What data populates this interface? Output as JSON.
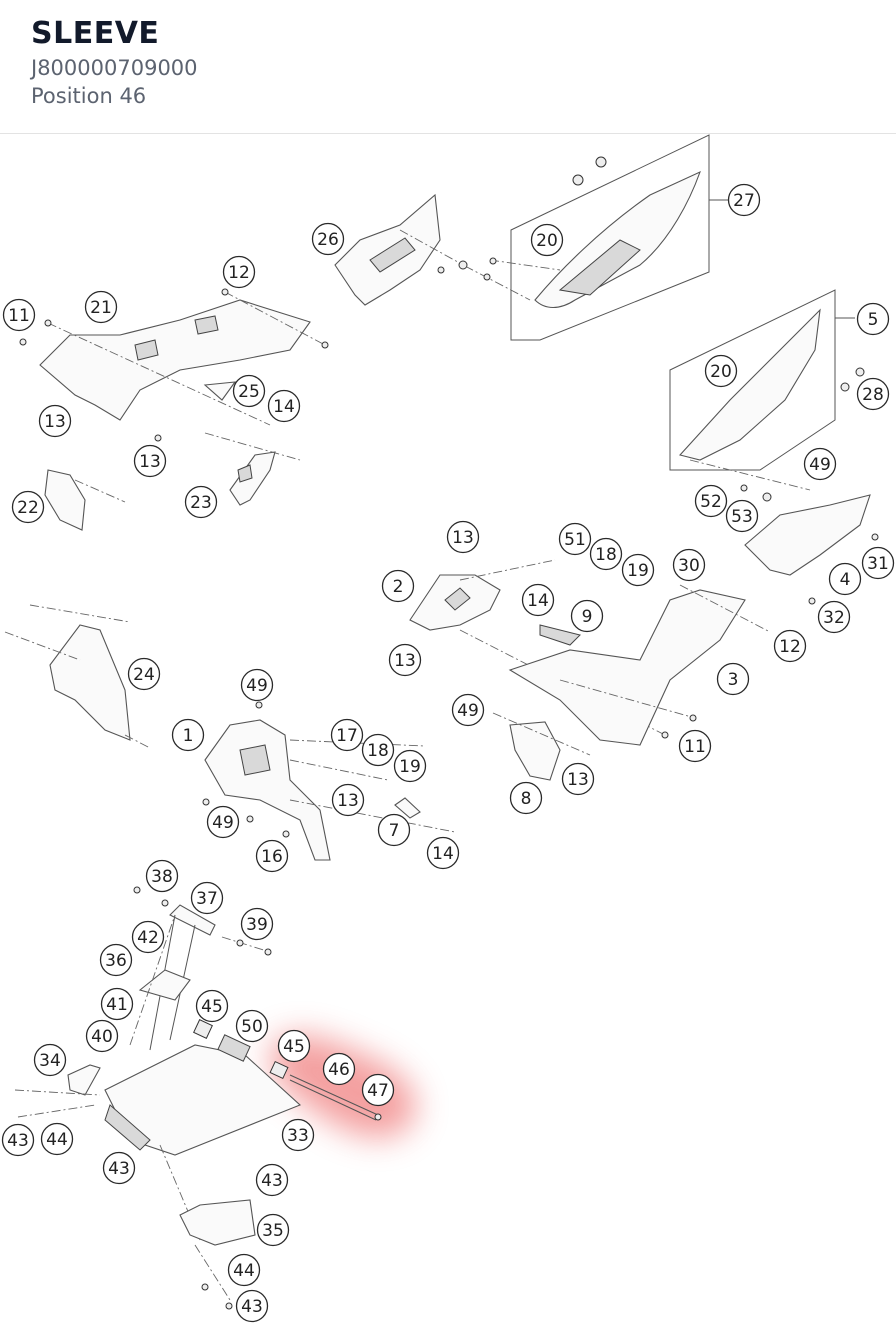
{
  "header": {
    "title": "SLEEVE",
    "part_number": "J800000709000",
    "position": "Position 46"
  },
  "diagram": {
    "highlight_color": "#f08080",
    "highlighted_callouts": [
      "45",
      "46",
      "47"
    ],
    "callouts": [
      {
        "label": "27"
      },
      {
        "label": "26"
      },
      {
        "label": "20"
      },
      {
        "label": "12"
      },
      {
        "label": "11"
      },
      {
        "label": "21"
      },
      {
        "label": "5"
      },
      {
        "label": "20"
      },
      {
        "label": "28"
      },
      {
        "label": "25"
      },
      {
        "label": "14"
      },
      {
        "label": "13"
      },
      {
        "label": "13"
      },
      {
        "label": "49"
      },
      {
        "label": "52"
      },
      {
        "label": "53"
      },
      {
        "label": "22"
      },
      {
        "label": "23"
      },
      {
        "label": "13"
      },
      {
        "label": "51"
      },
      {
        "label": "18"
      },
      {
        "label": "19"
      },
      {
        "label": "30"
      },
      {
        "label": "31"
      },
      {
        "label": "4"
      },
      {
        "label": "2"
      },
      {
        "label": "14"
      },
      {
        "label": "9"
      },
      {
        "label": "32"
      },
      {
        "label": "13"
      },
      {
        "label": "12"
      },
      {
        "label": "24"
      },
      {
        "label": "3"
      },
      {
        "label": "49"
      },
      {
        "label": "1"
      },
      {
        "label": "49"
      },
      {
        "label": "17"
      },
      {
        "label": "18"
      },
      {
        "label": "19"
      },
      {
        "label": "11"
      },
      {
        "label": "13"
      },
      {
        "label": "13"
      },
      {
        "label": "8"
      },
      {
        "label": "49"
      },
      {
        "label": "7"
      },
      {
        "label": "16"
      },
      {
        "label": "14"
      },
      {
        "label": "38"
      },
      {
        "label": "37"
      },
      {
        "label": "39"
      },
      {
        "label": "42"
      },
      {
        "label": "36"
      },
      {
        "label": "41"
      },
      {
        "label": "45"
      },
      {
        "label": "40"
      },
      {
        "label": "50"
      },
      {
        "label": "45"
      },
      {
        "label": "46"
      },
      {
        "label": "47"
      },
      {
        "label": "34"
      },
      {
        "label": "33"
      },
      {
        "label": "43"
      },
      {
        "label": "44"
      },
      {
        "label": "43"
      },
      {
        "label": "43"
      },
      {
        "label": "35"
      },
      {
        "label": "44"
      },
      {
        "label": "43"
      }
    ]
  }
}
